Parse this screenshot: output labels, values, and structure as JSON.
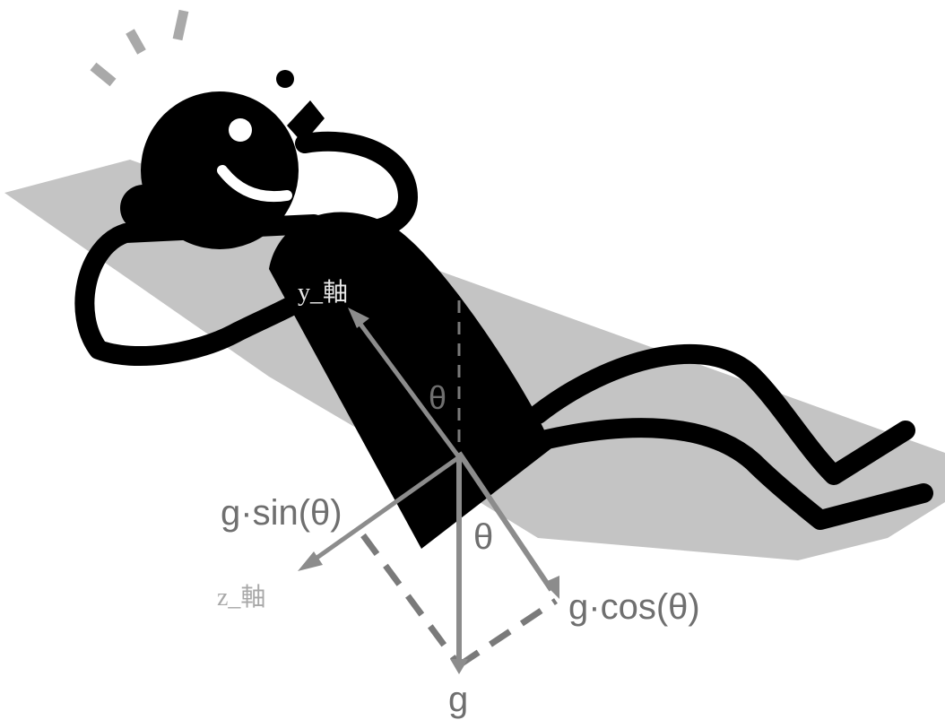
{
  "labels": {
    "y_axis": "y_軸",
    "z_axis": "z_軸",
    "theta_upper": "θ",
    "theta_lower": "θ",
    "g_sin": "g·sin(θ)",
    "g_cos": "g·cos(θ)",
    "g": "g"
  },
  "colors": {
    "figure": "#000000",
    "bench": "#c4c4c4",
    "burst": "#a9a9a9",
    "arrow": "#8c8c8c",
    "dashed": "#7a7a7a",
    "label": "#6f6f6f",
    "axis_label_y": "#e8e8e8",
    "axis_label_z": "#a8a8a8"
  },
  "icons": [
    "excitement-burst-icon",
    "person-sit-up-figure"
  ]
}
